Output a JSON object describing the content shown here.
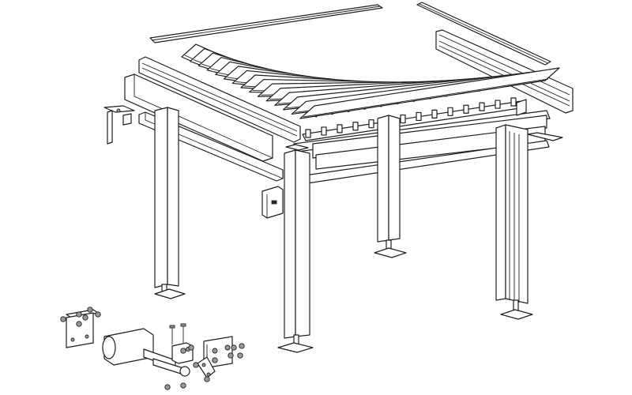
{
  "figure": {
    "kind": "exploded-line-drawing",
    "subject": "louvered-pergola-assembly",
    "colors": {
      "stroke": "#1e1e1e",
      "fill": "#ffffff",
      "hardware": "#9a9a9a"
    }
  },
  "parts": {
    "louver_blades": 15,
    "posts": 4,
    "base_plates": 4,
    "mounting_brackets": 2
  }
}
